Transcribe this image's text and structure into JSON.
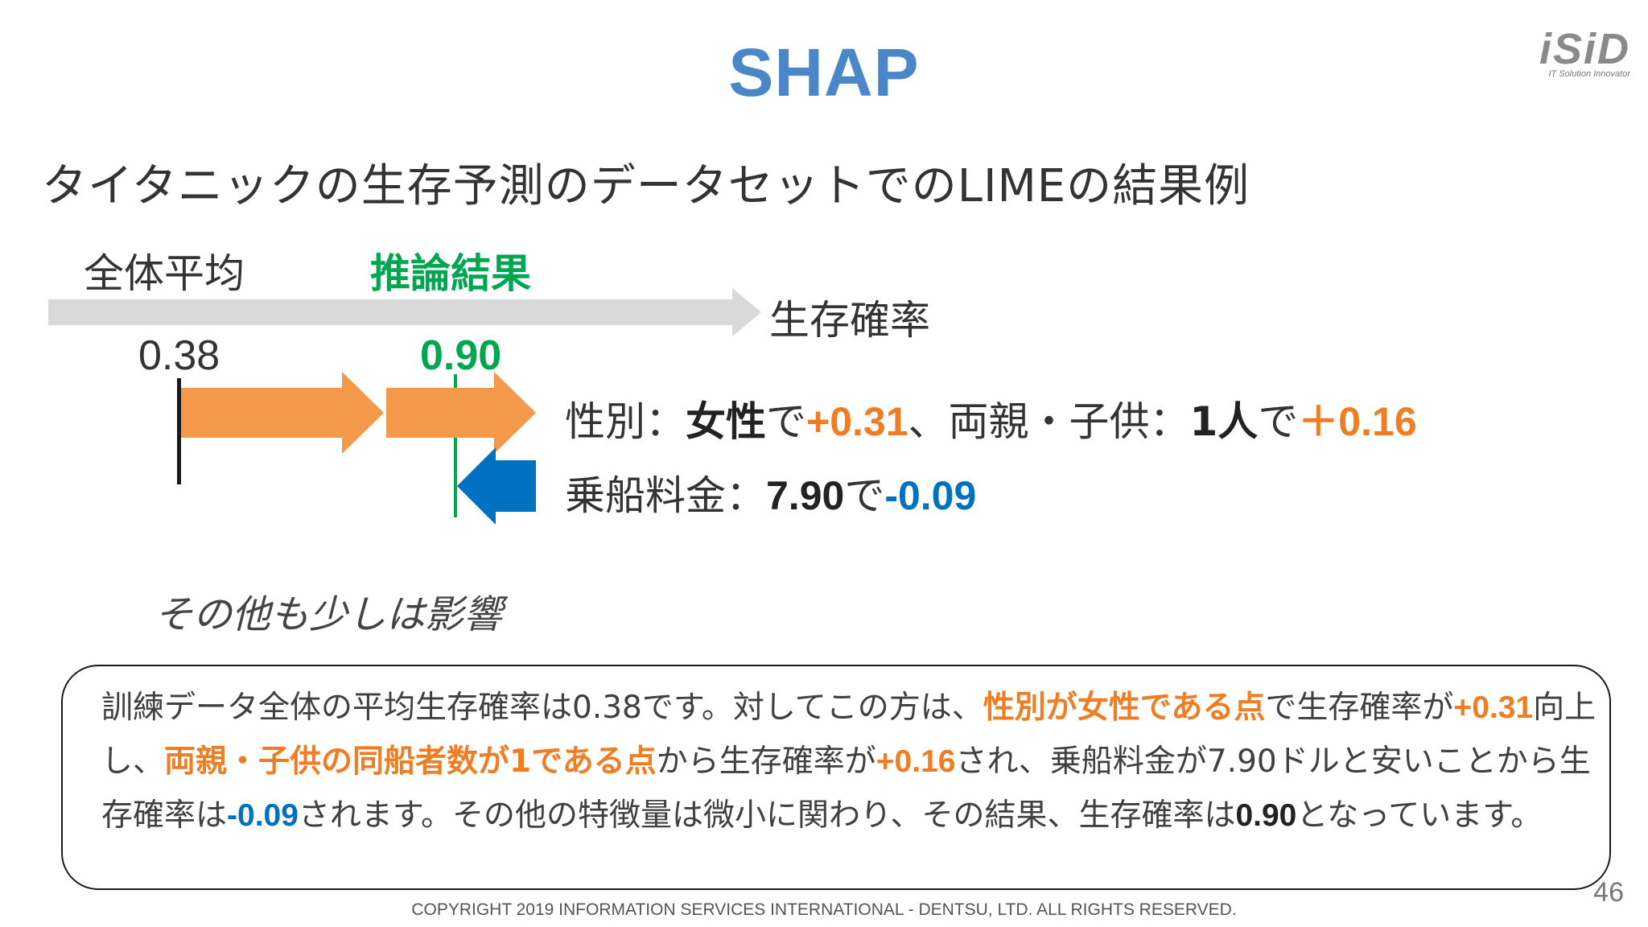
{
  "title": "SHAP",
  "logo": {
    "main": "iSiD",
    "sub": "IT Solution Innovator"
  },
  "subtitle": "タイタニックの生存予測のデータセットでのLIMEの結果例",
  "labels": {
    "overall_avg": "全体平均",
    "inference": "推論結果",
    "axis": "生存確率",
    "base_value": "0.38",
    "result_value": "0.90"
  },
  "factor1": {
    "p1": "性別：",
    "p2": "女性",
    "p3": "で",
    "p4": "+0.31",
    "p5": "、両親・子供：",
    "p6": "1人",
    "p7": "で",
    "p8": "＋0.16"
  },
  "factor2": {
    "p1": "乗船料金：",
    "p2": "7.90",
    "p3": "で",
    "p4": "-0.09"
  },
  "note": "その他も少しは影響",
  "explanation": {
    "s1": "訓練データ全体の平均生存確率は0.38です。対してこの方は、",
    "s2": "性別が女性である点",
    "s3": "で生存確率が",
    "s4": "+0.31",
    "s5": "向上し、",
    "s6": "両親・子供の同船者数が1である点",
    "s7": "から生存確率が",
    "s8": "+0.16",
    "s9": "され、乗船料金が7.90ドルと安いことから生存確率は",
    "s10": "-0.09",
    "s11": "されます。その他の特徴量は微小に関わり、その結果、生存確率は",
    "s12": "0.90",
    "s13": "となっています。"
  },
  "copyright": "COPYRIGHT 2019 INFORMATION SERVICES INTERNATIONAL - DENTSU, LTD. ALL RIGHTS RESERVED.",
  "page_number": "46",
  "colors": {
    "title": "#4a86c8",
    "inference_green": "#00a650",
    "positive_orange": "#ee7d23",
    "negative_blue": "#0070c0",
    "axis_gray": "#d9d9d9",
    "arrow_orange": "#f4994a"
  }
}
